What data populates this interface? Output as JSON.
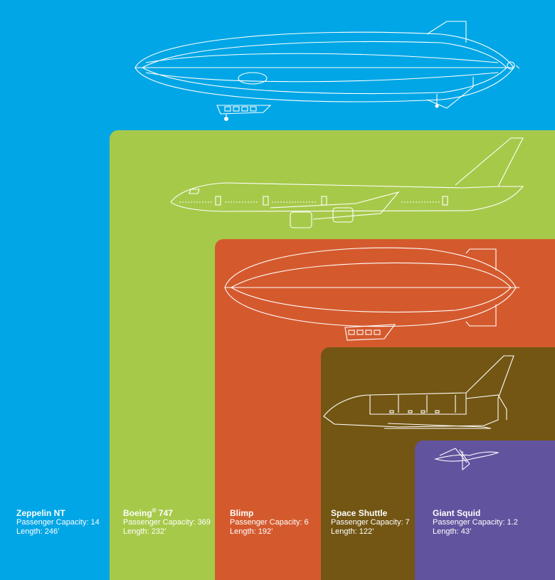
{
  "colors": {
    "zeppelin": "#00A6E6",
    "boeing": "#A7C94A",
    "blimp": "#D45A2E",
    "shuttle": "#735613",
    "squid": "#62539E"
  },
  "items": [
    {
      "name": "Zeppelin NT",
      "capacity": "Passenger Capacity: 14",
      "length": "Length: 246’",
      "icon": "zeppelin-icon"
    },
    {
      "name_main": "Boeing",
      "name_reg": "®",
      "name_tail": " 747",
      "capacity": "Passenger Capacity: 369",
      "length": "Length: 232’",
      "icon": "airplane-icon"
    },
    {
      "name": "Blimp",
      "capacity": "Passenger Capacity: 6",
      "length": "Length: 192’",
      "icon": "blimp-icon"
    },
    {
      "name": "Space Shuttle",
      "capacity": "Passenger Capacity: 7",
      "length": "Length: 122’",
      "icon": "space-shuttle-icon"
    },
    {
      "name": "Giant Squid",
      "capacity": "Passenger Capacity: 1.2",
      "length": "Length: 43’",
      "icon": "squid-icon"
    }
  ]
}
